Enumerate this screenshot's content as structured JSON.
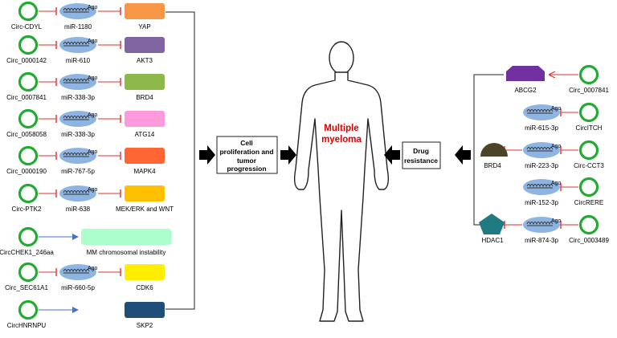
{
  "center": {
    "line1": "Multiple",
    "line2": "myeloma"
  },
  "left_box": {
    "line1": "Cell",
    "line2": "proliferation and",
    "line3": "tumor",
    "line4": "progression"
  },
  "right_box": {
    "line1": "Drug",
    "line2": "resistance"
  },
  "ago_label": "Ago",
  "left_rows": [
    {
      "circ": "Circ-CDYL",
      "mir": "miR-1180",
      "target": "YAP",
      "color": "#F79646",
      "arrow": "inhibit"
    },
    {
      "circ": "Circ_0000142",
      "mir": "miR-610",
      "target": "AKT3",
      "color": "#8064A2",
      "arrow": "inhibit"
    },
    {
      "circ": "Circ_0007841",
      "mir": "miR-338-3p",
      "target": "BRD4",
      "color": "#8DB84A",
      "arrow": "inhibit"
    },
    {
      "circ": "Circ_0058058",
      "mir": "miR-338-3p",
      "target": "ATG14",
      "color": "#FF99DD",
      "arrow": "inhibit"
    },
    {
      "circ": "Circ_0000190",
      "mir": "miR-767-5p",
      "target": "MAPK4",
      "color": "#FF6633",
      "arrow": "inhibit"
    },
    {
      "circ": "Circ-PTK2",
      "mir": "miR-638",
      "target": "MEK/ERK and WNT",
      "color": "#FFC000",
      "arrow": "inhibit"
    },
    {
      "circ": "CircCHEK1_246aa",
      "mir": "",
      "target": "MM chromosomal instability",
      "color": "#AAFFCC",
      "arrow": "activate"
    },
    {
      "circ": "Circ_SEC61A1",
      "mir": "miR-660-5p",
      "target": "CDK6",
      "color": "#FFEE00",
      "arrow": "inhibit"
    },
    {
      "circ": "CircHNRNPU",
      "mir": "",
      "target": "SKP2",
      "color": "#1F4E79",
      "arrow": "activate"
    }
  ],
  "right_rows": [
    {
      "circ": "Circ_0007841",
      "mir": "",
      "target": "ABCG2",
      "shape": "octagon",
      "color": "#7030A0"
    },
    {
      "circ": "CircITCH",
      "mir": "miR-615-3p",
      "target": "",
      "shape": "",
      "color": ""
    },
    {
      "circ": "Circ-CCT3",
      "mir": "miR-223-3p",
      "target": "BRD4",
      "shape": "semicircle",
      "color": "#4A4528"
    },
    {
      "circ": "CircRERE",
      "mir": "miR-152-3p",
      "target": "",
      "shape": "",
      "color": ""
    },
    {
      "circ": "Circ_0003489",
      "mir": "miR-874-3p",
      "target": "HDAC1",
      "shape": "pentagon",
      "color": "#1F7A82"
    }
  ],
  "colors": {
    "circ_ring": "#22AA33",
    "mir_fill": "#8DB4E2",
    "inhibit": "#E03030",
    "activate": "#4472C4",
    "center_text": "#E00000"
  }
}
